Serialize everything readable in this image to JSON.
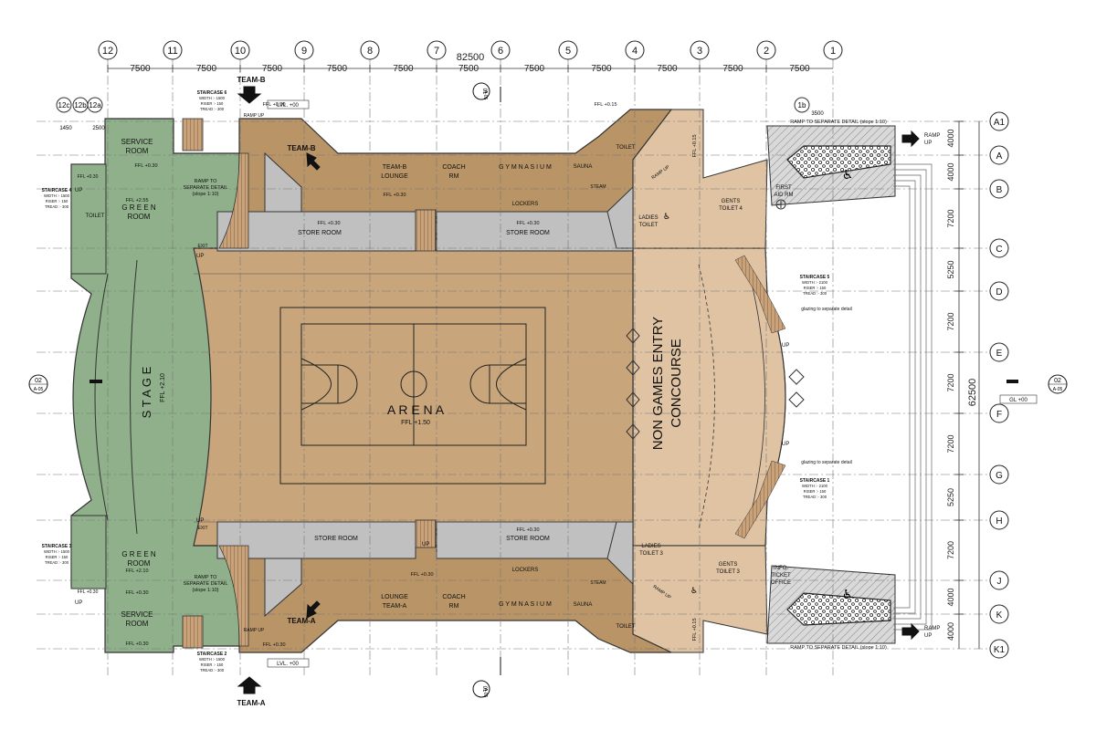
{
  "grid": {
    "columns": [
      "12",
      "11",
      "10",
      "9",
      "8",
      "7",
      "6",
      "5",
      "4",
      "3",
      "2",
      "1"
    ],
    "column_spacing": "7500",
    "overall_width": "82500",
    "rows": [
      "A1",
      "A",
      "B",
      "C",
      "D",
      "E",
      "F",
      "G",
      "H",
      "J",
      "K",
      "K1"
    ],
    "row_spacings": [
      "4000",
      "4000",
      "7200",
      "5250",
      "7200",
      "7200",
      "7200",
      "5250",
      "7200",
      "4000",
      "4000"
    ],
    "overall_height": "62500",
    "sub_columns": [
      "12c",
      "12b",
      "12a"
    ],
    "sub_dims": [
      "1450",
      "2500"
    ],
    "ref_1b": "1b",
    "ref_1b_dim": "3500"
  },
  "colors": {
    "arena": "#c8a57a",
    "rooms": "#b89466",
    "concourse": "#dfc3a3",
    "stage": "#8fb08a",
    "store": "#c0c0c0",
    "ramp": "#cfcfcf",
    "line": "#333333"
  },
  "rooms": {
    "arena": "A R E N A",
    "arena_ffl": "FFL +1.50",
    "stage": "S T A G E",
    "stage_ffl": "FFL +2.10",
    "concourse_1": "NON GAMES ENTRY",
    "concourse_2": "CONCOURSE",
    "service_room_top_1": "SERVICE",
    "service_room_top_2": "ROOM",
    "service_room_bottom_1": "SERVICE",
    "service_room_bottom_2": "ROOM",
    "green_room_top_1": "G R E E N",
    "green_room_top_2": "ROOM",
    "green_room_bottom_1": "G R E E N",
    "green_room_bottom_2": "ROOM",
    "store_room_tl": "STORE ROOM",
    "store_room_tr": "STORE ROOM",
    "store_room_bl": "STORE ROOM",
    "store_room_br": "STORE ROOM",
    "team_b_lounge_1": "TEAM-B",
    "team_b_lounge_2": "LOUNGE",
    "lounge_team_a_1": "LOUNGE",
    "lounge_team_a_2": "TEAM-A",
    "coach_rm_top_1": "COACH",
    "coach_rm_top_2": "RM",
    "coach_rm_bottom_1": "COACH",
    "coach_rm_bottom_2": "RM",
    "gymnasium_top": "G Y M N A S I U M",
    "gymnasium_bottom": "G Y M N A S I U M",
    "sauna_top": "SAUNA",
    "sauna_bottom": "SAUNA",
    "steam_top": "STEAM",
    "steam_bottom": "STEAM",
    "lockers_top": "LOCKERS",
    "lockers_bottom": "LOCKERS",
    "toilet_top": "TOILET",
    "toilet_bottom": "TOILET",
    "toilet_left": "TOILET",
    "ladies_toilet_1": "LADIES",
    "ladies_toilet_2": "TOILET",
    "ladies_toilet_3": "LADIES",
    "ladies_toilet_4": "TOILET 3",
    "gents_toilet_1": "GENTS",
    "gents_toilet_2": "TOILET 4",
    "gents_toilet_3": "GENTS",
    "gents_toilet_4": "TOILET 3",
    "first_aid_1": "FIRST",
    "first_aid_2": "AID RM",
    "info_ticket_1": "INFO.",
    "info_ticket_2": "TICKET",
    "info_ticket_3": "OFFICE"
  },
  "labels": {
    "team_b_top": "TEAM-B",
    "team_b_arrow": "TEAM-B",
    "team_a_bottom": "TEAM-A",
    "team_a_arrow": "TEAM-A",
    "lvl_top": "LVL. +00",
    "lvl_bottom": "LVL. +00",
    "gl": "GL +00",
    "exit_top": "EXIT",
    "exit_bottom": "EXIT",
    "ramp_up_top": "RAMP UP",
    "ramp_up_bottom": "RAMP UP",
    "ramp_up_entry_top": "RAMP UP",
    "ramp_up_entry_bottom": "RAMP UP",
    "ramp_right_top_1": "RAMP",
    "ramp_right_top_2": "UP",
    "ramp_right_bottom_1": "RAMP",
    "ramp_right_bottom_2": "UP",
    "ramp_detail_top": "RAMP TO SEPARATE DETAIL (slope 1:10)",
    "ramp_detail_bottom": "RAMP TO SEPARATE DETAIL (slope 1:10)",
    "ramp_sep_top_1": "RAMP TO",
    "ramp_sep_top_2": "SEPARATE DETAIL",
    "ramp_sep_top_3": "(slope 1:10)",
    "ramp_sep_bottom_1": "RAMP TO",
    "ramp_sep_bottom_2": "SEPARATE DETAIL",
    "ramp_sep_bottom_3": "(slope 1:10)",
    "glazing_top": "glazing to separate detail",
    "glazing_bottom": "glazing to separate detail",
    "up": "UP",
    "ffl_030": "FFL +0.30",
    "ffl_210": "FFL +2.10",
    "ffl_015": "FFL +0.15",
    "ffl_255": "FFL +2.55",
    "section_ref": "02",
    "section_sheet": "A-05",
    "section_ref_v": "01",
    "section_sheet_v": "A-05"
  },
  "staircases": {
    "s1": [
      "STAIRCASE 1",
      "WIDTH :- 2100",
      "RISER :- 150",
      "TREAD :- 300"
    ],
    "s2": [
      "STAIRCASE 2",
      "WIDTH :- 1500",
      "RISER :- 150",
      "TREAD :- 300"
    ],
    "s3": [
      "STAIRCASE 3",
      "WIDTH :- 1500",
      "RISER :- 150",
      "TREAD :- 300"
    ],
    "s4": [
      "STAIRCASE 4",
      "WIDTH :- 1500",
      "RISER :- 150",
      "TREAD :- 300"
    ],
    "s5": [
      "STAIRCASE 5",
      "WIDTH :- 2100",
      "RISER :- 150",
      "TREAD :- 300"
    ],
    "s6": [
      "STAIRCASE 6",
      "WIDTH :- 1500",
      "RISER :- 150",
      "TREAD :- 300"
    ]
  }
}
